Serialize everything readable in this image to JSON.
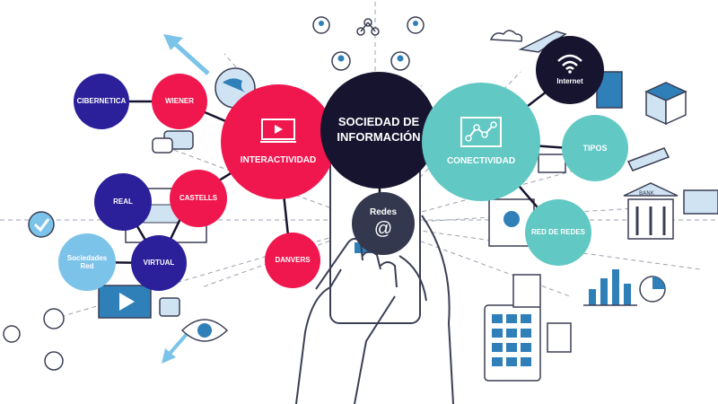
{
  "center": {
    "label": "SOCIEDAD DE INFORMACIÓN"
  },
  "nodes": {
    "interactividad": "INTERACTIVIDAD",
    "conectividad": "CONECTIVIDAD",
    "cibernetica": "CIBERNETICA",
    "wiener": "WIENER",
    "real": "REAL",
    "castells": "CASTELLS",
    "sociedades_red": "Sociedades Red",
    "virtual": "VIRTUAL",
    "danvers": "DANVERS",
    "redes": "Redes",
    "redes_symbol": "@",
    "internet": "Internet",
    "tipos": "TIPOS",
    "red_de_redes": "RED DE REDES"
  },
  "decor": {
    "bank_sign": "BANK"
  },
  "colors": {
    "navy": "#2b1f9a",
    "pink": "#f0164e",
    "teal": "#61c8c4",
    "dark": "#17142f",
    "slate": "#34384e",
    "light_blue": "#7cc3ea",
    "icon_line": "#3b3f55",
    "icon_accent": "#2f7fb8"
  }
}
